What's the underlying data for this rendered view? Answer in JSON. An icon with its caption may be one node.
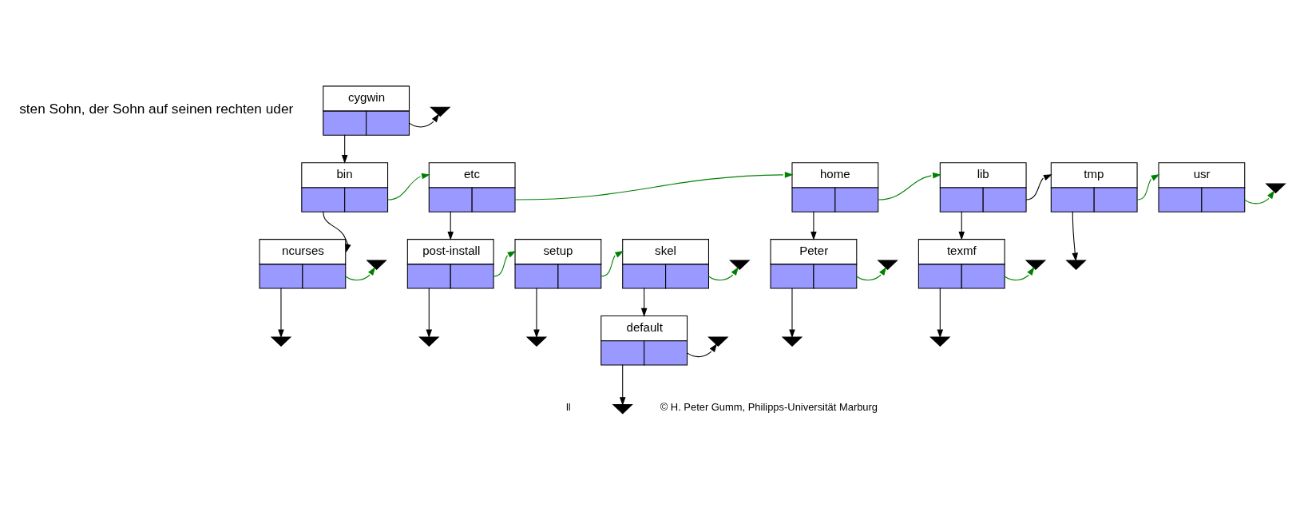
{
  "diagram": {
    "nodes": [
      {
        "text": [
          "cygwin"
        ]
      },
      {
        "text": [
          "bin"
        ]
      },
      {
        "text": [
          "etc"
        ]
      },
      {
        "text": [
          "home"
        ]
      },
      {
        "text": [
          "lib"
        ]
      },
      {
        "text": [
          "tmp"
        ]
      },
      {
        "text": [
          "usr"
        ]
      },
      {
        "text": [
          "ncurses"
        ]
      },
      {
        "text": [
          "post-install"
        ]
      },
      {
        "text": [
          "setup"
        ]
      },
      {
        "text": [
          "skel"
        ]
      },
      {
        "text": [
          "Peter"
        ]
      },
      {
        "text": [
          "texmf"
        ]
      },
      {
        "text": [
          "default"
        ]
      },
      {
        "text": [],
        "shape": "ground"
      },
      {
        "text": [],
        "shape": "ground"
      },
      {
        "text": [],
        "shape": "ground"
      },
      {
        "text": [],
        "shape": "ground"
      },
      {
        "text": [],
        "shape": "ground"
      },
      {
        "text": [],
        "shape": "ground"
      },
      {
        "text": [],
        "shape": "ground"
      },
      {
        "text": [],
        "shape": "ground"
      },
      {
        "text": [],
        "shape": "ground"
      },
      {
        "text": [],
        "shape": "ground"
      },
      {
        "text": [],
        "shape": "ground"
      },
      {
        "text": [],
        "shape": "ground"
      },
      {
        "text": [],
        "shape": "ground"
      },
      {
        "text": [],
        "shape": "ground"
      }
    ],
    "edges": [
      {
        "from": 0,
        "to": 1,
        "arrow": "to"
      },
      {
        "from": 0,
        "to": 14,
        "arrow": "to"
      },
      {
        "from": 1,
        "to": 2,
        "arrow": "to",
        "color": "#008000"
      },
      {
        "from": 1,
        "to": 7,
        "arrow": "to"
      },
      {
        "from": 2,
        "to": 3,
        "arrow": "to",
        "color": "#008000"
      },
      {
        "from": 2,
        "to": 8,
        "arrow": "to"
      },
      {
        "from": 3,
        "to": 4,
        "arrow": "to",
        "color": "#008000"
      },
      {
        "from": 3,
        "to": 11,
        "arrow": "to"
      },
      {
        "from": 4,
        "to": 5,
        "arrow": "to"
      },
      {
        "from": 4,
        "to": 12,
        "arrow": "to"
      },
      {
        "from": 5,
        "to": 6,
        "arrow": "to",
        "color": "#008000"
      },
      {
        "from": 5,
        "to": 16,
        "arrow": "to"
      },
      {
        "from": 6,
        "to": 15,
        "arrow": "to",
        "color": "#008000"
      },
      {
        "from": 7,
        "to": 17,
        "arrow": "to"
      },
      {
        "from": 7,
        "to": 18,
        "arrow": "to",
        "color": "#008000"
      },
      {
        "from": 8,
        "to": 9,
        "arrow": "to",
        "color": "#008000"
      },
      {
        "from": 8,
        "to": 19,
        "arrow": "to"
      },
      {
        "from": 9,
        "to": 10,
        "arrow": "to",
        "color": "#008000"
      },
      {
        "from": 9,
        "to": 20,
        "arrow": "to"
      },
      {
        "from": 10,
        "to": 21,
        "arrow": "to",
        "color": "#008000"
      },
      {
        "from": 10,
        "to": 13,
        "arrow": "to"
      },
      {
        "from": 11,
        "to": 22,
        "arrow": "to"
      },
      {
        "from": 11,
        "to": 23,
        "arrow": "to",
        "color": "#008000"
      },
      {
        "from": 12,
        "to": 24,
        "arrow": "to"
      },
      {
        "from": 12,
        "to": 25,
        "arrow": "to",
        "color": "#008000"
      },
      {
        "from": 13,
        "to": 26,
        "arrow": "to"
      },
      {
        "from": 13,
        "to": 27,
        "arrow": "to"
      }
    ],
    "labels": [
      "sten Sohn, der Sohn auf seinen rechten uder",
      "ll",
      "© H. Peter Gumm, Philipps-Universität Marburg"
    ]
  }
}
